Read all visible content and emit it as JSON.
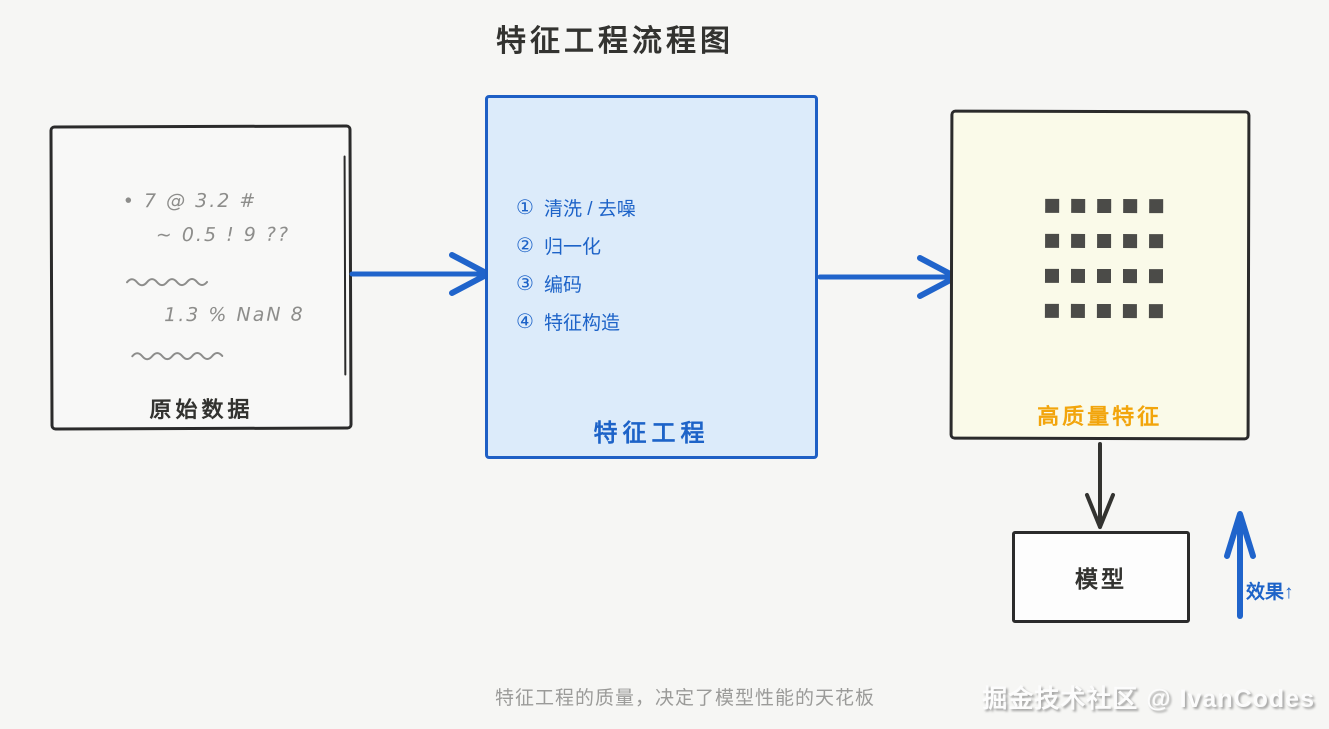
{
  "title": "特征工程流程图",
  "raw_data_box": {
    "scribbles": {
      "line1": "• 7 @ 3.2 #",
      "line2": "~ 0.5 ! 9 ??",
      "line3": "1.3 % NaN 8"
    },
    "label": "原始数据"
  },
  "feature_engineering_box": {
    "steps": [
      {
        "num": "①",
        "text": "清洗 / 去噪"
      },
      {
        "num": "②",
        "text": "归一化"
      },
      {
        "num": "③",
        "text": "编码"
      },
      {
        "num": "④",
        "text": "特征构造"
      }
    ],
    "label": "特征工程"
  },
  "features_box": {
    "label": "高质量特征",
    "grid": {
      "rows": 4,
      "cols": 5
    }
  },
  "model_box": {
    "label": "模型"
  },
  "effect_arrow_label": "效果↑",
  "caption": "特征工程的质量，决定了模型性能的天花板",
  "watermark": "掘金技术社区 @ IvanCodes",
  "colors": {
    "accent_blue": "#1d63c8",
    "arrow_blue": "#2064cb",
    "blue_box_fill": "#dcebfa",
    "yellow_box_fill": "#fafae9",
    "orange_label": "#f2a50c",
    "dark_border": "#2b2b2b",
    "square_dark": "#4b4b48",
    "scribble_gray": "#8d8d8b",
    "caption_gray": "#9b9b99"
  }
}
